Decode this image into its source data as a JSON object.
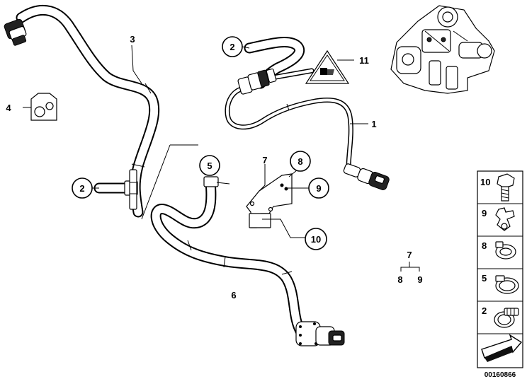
{
  "callouts": {
    "c1": "1",
    "c2_top": "2",
    "c2_left": "2",
    "c3": "3",
    "c4": "4",
    "c5": "5",
    "c6": "6",
    "c7": "7",
    "c8": "8",
    "c9": "9",
    "c10": "10",
    "c11": "11"
  },
  "hierarchy": {
    "parent": "7",
    "child_left": "8",
    "child_right": "9"
  },
  "parts_panel": [
    {
      "number": "10",
      "icon": "bolt-icon"
    },
    {
      "number": "9",
      "icon": "clip-icon"
    },
    {
      "number": "8",
      "icon": "clamp-icon"
    },
    {
      "number": "5",
      "icon": "hose-clamp-icon"
    },
    {
      "number": "2",
      "icon": "screw-clamp-icon"
    },
    {
      "number": "",
      "icon": "arrow-icon"
    }
  ],
  "drawing_id": "00160866"
}
